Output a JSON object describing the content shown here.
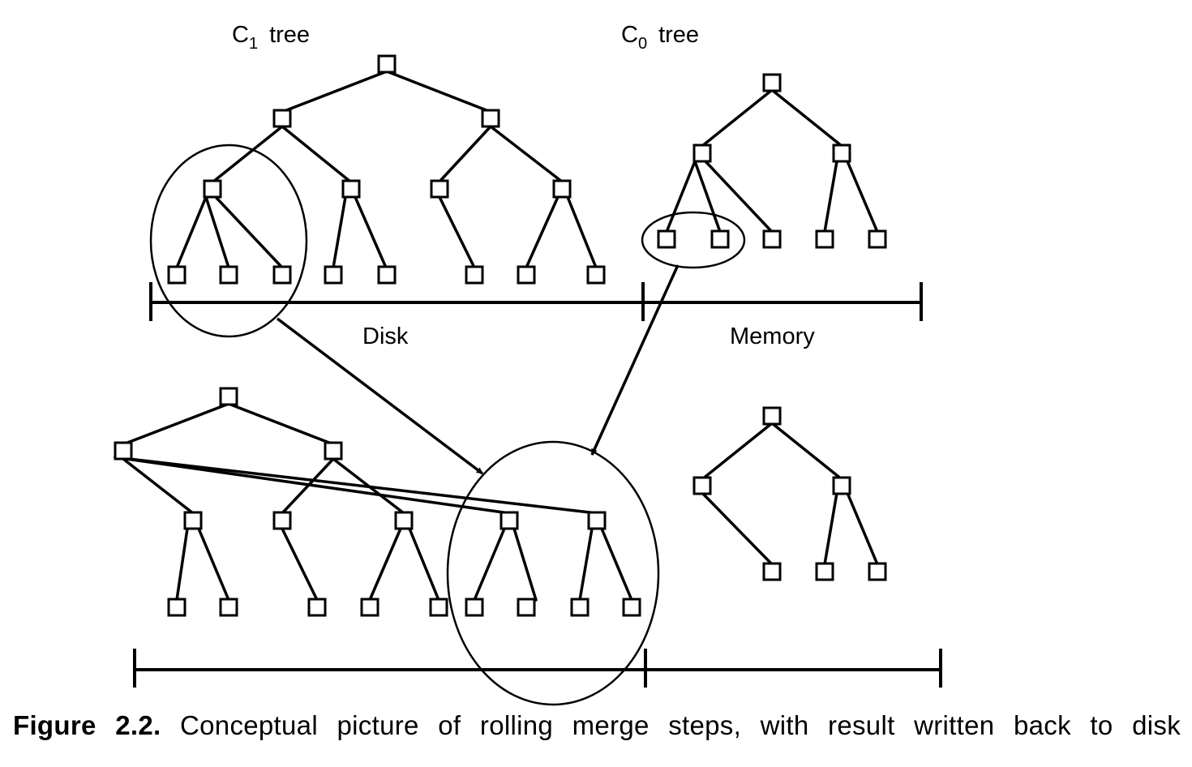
{
  "labels": {
    "c1_tree": {
      "main": "C",
      "sub": "1",
      "rest": "tree"
    },
    "c0_tree": {
      "main": "C",
      "sub": "0",
      "rest": "tree"
    },
    "disk": "Disk",
    "memory": "Memory"
  },
  "caption": {
    "figure_label": "Figure 2.2.",
    "text": "Conceptual picture of rolling merge steps, with result written back to disk"
  },
  "colors": {
    "ink": "#000000",
    "background": "#ffffff"
  }
}
